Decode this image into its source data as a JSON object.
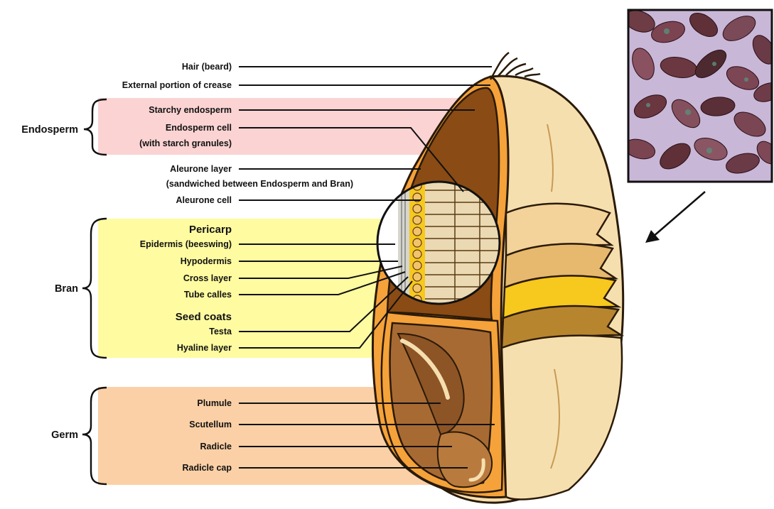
{
  "groups": {
    "endosperm": "Endosperm",
    "bran": "Bran",
    "germ": "Germ"
  },
  "labels": {
    "hair": "Hair (beard)",
    "crease": "External portion of crease",
    "starchy": "Starchy endosperm",
    "endo_cell_1": "Endosperm cell",
    "endo_cell_2": "(with starch granules)",
    "aleurone_1": "Aleurone layer",
    "aleurone_2": "(sandwiched between Endosperm and Bran)",
    "aleurone_cell": "Aleurone cell",
    "pericarp": "Pericarp",
    "epidermis": "Epidermis (beeswing)",
    "hypodermis": "Hypodermis",
    "cross_layer": "Cross layer",
    "tube_calles": "Tube calles",
    "seed_coats": "Seed coats",
    "testa": "Testa",
    "hyaline": "Hyaline layer",
    "plumule": "Plumule",
    "scutellum": "Scutellum",
    "radicle": "Radicle",
    "radicle_cap": "Radicle cap"
  },
  "colors": {
    "endosperm_band": "#fbd3d3",
    "bran_band": "#fefba0",
    "germ_band": "#fbd0a6",
    "husk_light": "#f6dfae",
    "husk_orange": "#f5a23a",
    "endosperm_brown": "#8a4b14",
    "germ_brown": "#a86a33",
    "bran_yellow": "#f7c81d"
  },
  "icons": {
    "photo": "wheat-grains-photo",
    "arrow": "arrow-down-left-icon"
  }
}
